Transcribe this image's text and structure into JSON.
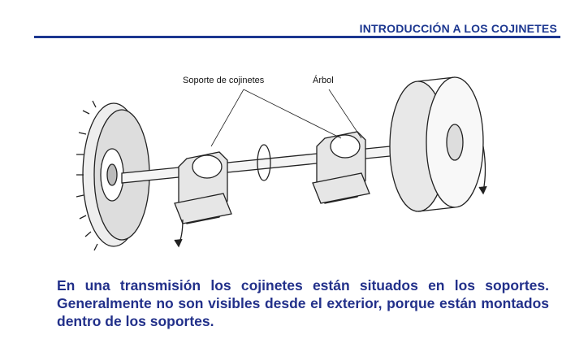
{
  "header": {
    "title": "INTRODUCCIÓN  A LOS COJINETES"
  },
  "figure": {
    "labels": {
      "support": "Soporte de cojinetes",
      "shaft": "Árbol"
    }
  },
  "body": {
    "text": "En una transmisión los cojinetes están situados en los soportes. Generalmente no son visibles desde el exterior, porque están montados dentro de los soportes."
  }
}
